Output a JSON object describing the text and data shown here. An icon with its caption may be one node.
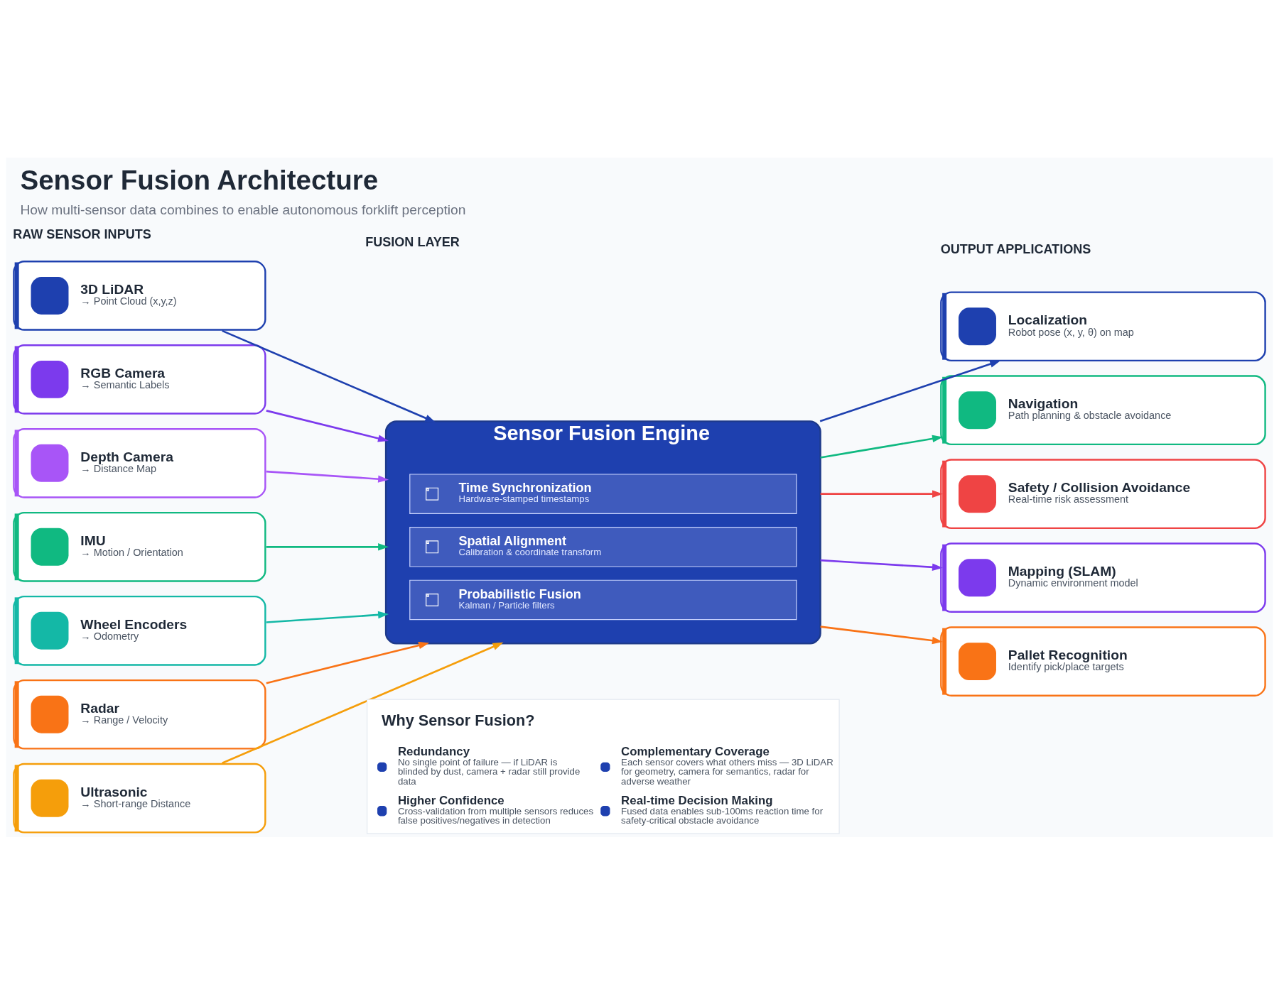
{
  "diagram": {
    "title": "Sensor Fusion Architecture",
    "caption": "How multi-sensor data combines to enable autonomous forklift perception",
    "nodes": [
      {
        "text": [
          "3D LiDAR",
          "→ Point Cloud (x,y,z)"
        ]
      },
      {
        "text": [
          "RGB Camera",
          "→ Semantic Labels"
        ]
      },
      {
        "text": [
          "Depth Camera",
          "→ Distance Map"
        ]
      },
      {
        "text": [
          "IMU",
          "→ Motion / Orientation"
        ]
      },
      {
        "text": [
          "Wheel Encoders",
          "→ Odometry"
        ]
      },
      {
        "text": [
          "Radar",
          "→ Range / Velocity"
        ]
      },
      {
        "text": [
          "Ultrasonic",
          "→ Short-range Distance"
        ]
      },
      {
        "text": [
          "Sensor Fusion Engine"
        ]
      },
      {
        "text": [
          "Time Synchronization",
          "Hardware-stamped timestamps"
        ],
        "in": 7
      },
      {
        "text": [
          "Spatial Alignment",
          "Calibration & coordinate transform"
        ],
        "in": 7
      },
      {
        "text": [
          "Probabilistic Fusion",
          "Kalman / Particle filters"
        ],
        "in": 7
      },
      {
        "text": [
          "Localization",
          "Robot pose (x, y, θ) on map"
        ]
      },
      {
        "text": [
          "Navigation",
          "Path planning & obstacle avoidance"
        ]
      },
      {
        "text": [
          "Safety / Collision Avoidance",
          "Real-time risk assessment"
        ]
      },
      {
        "text": [
          "Mapping (SLAM)",
          "Dynamic environment model"
        ]
      },
      {
        "text": [
          "Pallet Recognition",
          "Identify pick/place targets"
        ]
      },
      {
        "text": [
          "Why Sensor Fusion?",
          "Redundancy",
          "No single point of failure — if LiDAR is blinded by dust, camera + radar still provide data",
          "Complementary Coverage",
          "Each sensor covers what others miss — 3D LiDAR for geometry, camera for semantics, radar for adverse weather",
          "Higher Confidence",
          "Cross-validation from multiple sensors reduces false positives/negatives in detection",
          "Real-time Decision Making",
          "Fused data enables sub-100ms reaction time for safety-critical obstacle avoidance"
        ]
      }
    ],
    "edges": [
      {
        "from": 0,
        "to": 7,
        "arrow": "to",
        "color": "#1e40af"
      },
      {
        "from": 1,
        "to": 7,
        "arrow": "to",
        "color": "#7c3aed"
      },
      {
        "from": 2,
        "to": 7,
        "arrow": "to",
        "color": "#a855f7"
      },
      {
        "from": 3,
        "to": 7,
        "arrow": "to",
        "color": "#10b981"
      },
      {
        "from": 4,
        "to": 7,
        "arrow": "to",
        "color": "#14b8a6"
      },
      {
        "from": 5,
        "to": 7,
        "arrow": "to",
        "color": "#f97316"
      },
      {
        "from": 6,
        "to": 7,
        "arrow": "to",
        "color": "#f59e0b"
      },
      {
        "from": 7,
        "to": 11,
        "arrow": "to",
        "color": "#1e40af"
      },
      {
        "from": 7,
        "to": 12,
        "arrow": "to",
        "color": "#10b981"
      },
      {
        "from": 7,
        "to": 13,
        "arrow": "to",
        "color": "#ef4444"
      },
      {
        "from": 7,
        "to": 14,
        "arrow": "to",
        "color": "#7c3aed"
      },
      {
        "from": 7,
        "to": 15,
        "arrow": "to",
        "color": "#f97316"
      }
    ],
    "labels": [
      "RAW SENSOR INPUTS",
      "OUTPUT APPLICATIONS",
      "FUSION LAYER"
    ]
  }
}
